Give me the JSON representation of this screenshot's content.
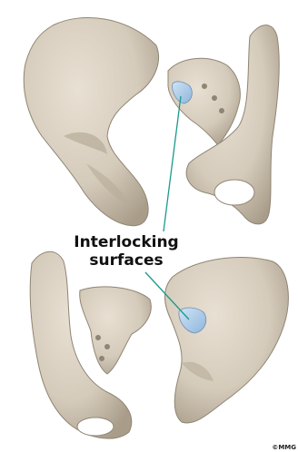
{
  "annotation": {
    "line1": "Interlocking",
    "line2": "surfaces"
  },
  "credit": "©MMG",
  "colors": {
    "bone": "#d9cfc0",
    "bone_shade": "#b7ab98",
    "bone_dark": "#8f8574",
    "joint_surface": "#a9c9e8",
    "leader_line": "#1a9a8c"
  }
}
